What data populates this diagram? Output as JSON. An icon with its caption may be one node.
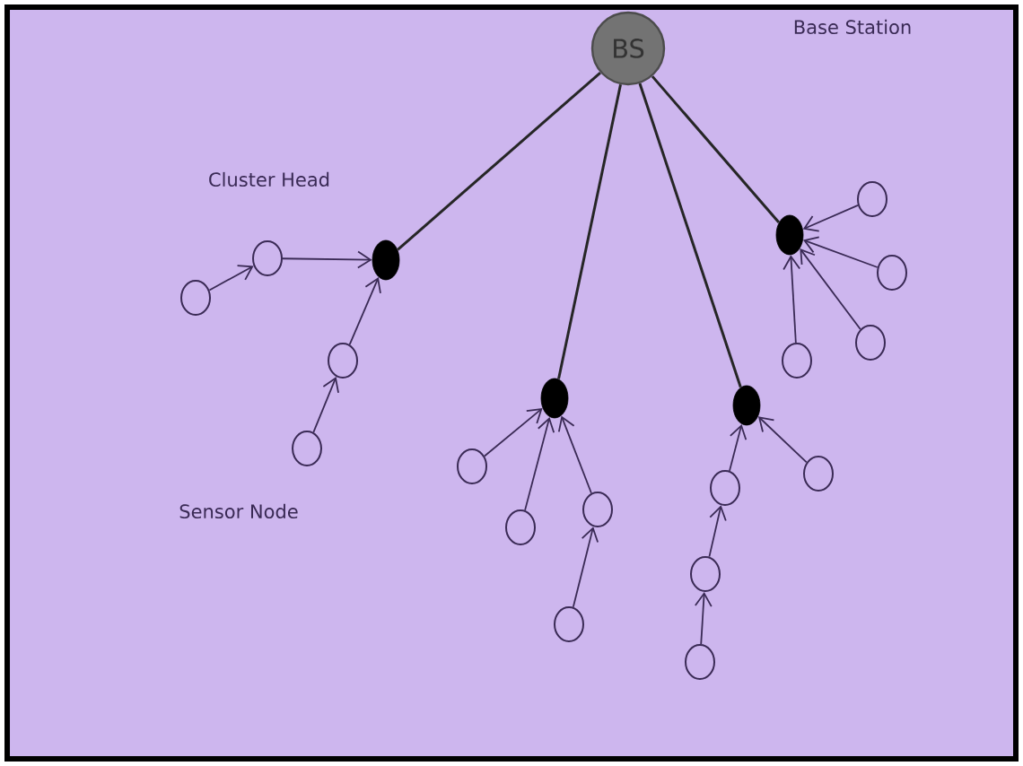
{
  "diagram": {
    "nodes": [
      {
        "text": [
          "BS"
        ]
      },
      {
        "text": [],
        "shape": "dot"
      },
      {
        "text": [],
        "shape": "dot"
      },
      {
        "text": [],
        "shape": "dot"
      },
      {
        "text": [],
        "shape": "dot"
      },
      {
        "text": [],
        "shape": "circle"
      },
      {
        "text": [],
        "shape": "circle"
      },
      {
        "text": [],
        "shape": "circle"
      },
      {
        "text": [],
        "shape": "circle"
      },
      {
        "text": [],
        "shape": "circle"
      },
      {
        "text": [],
        "shape": "circle"
      },
      {
        "text": [],
        "shape": "circle"
      },
      {
        "text": [],
        "shape": "circle"
      },
      {
        "text": [],
        "shape": "circle"
      },
      {
        "text": [],
        "shape": "circle"
      },
      {
        "text": [],
        "shape": "circle"
      },
      {
        "text": [],
        "shape": "circle"
      },
      {
        "text": [],
        "shape": "circle"
      },
      {
        "text": [],
        "shape": "circle"
      },
      {
        "text": [],
        "shape": "circle"
      },
      {
        "text": [],
        "shape": "circle"
      }
    ],
    "edges": [
      {
        "from": 0,
        "to": 1,
        "arrow": "none"
      },
      {
        "from": 0,
        "to": 2,
        "arrow": "none"
      },
      {
        "from": 0,
        "to": 3,
        "arrow": "none"
      },
      {
        "from": 0,
        "to": 4,
        "arrow": "none"
      },
      {
        "from": 5,
        "to": 1,
        "arrow": "to"
      },
      {
        "from": 6,
        "to": 5,
        "arrow": "to"
      },
      {
        "from": 7,
        "to": 1,
        "arrow": "to"
      },
      {
        "from": 8,
        "to": 7,
        "arrow": "to"
      },
      {
        "from": 9,
        "to": 2,
        "arrow": "to"
      },
      {
        "from": 10,
        "to": 2,
        "arrow": "to"
      },
      {
        "from": 11,
        "to": 2,
        "arrow": "to"
      },
      {
        "from": 12,
        "to": 11,
        "arrow": "to"
      },
      {
        "from": 13,
        "to": 3,
        "arrow": "to"
      },
      {
        "from": 14,
        "to": 3,
        "arrow": "to"
      },
      {
        "from": 15,
        "to": 13,
        "arrow": "to"
      },
      {
        "from": 16,
        "to": 15,
        "arrow": "to"
      },
      {
        "from": 17,
        "to": 4,
        "arrow": "to"
      },
      {
        "from": 18,
        "to": 4,
        "arrow": "to"
      },
      {
        "from": 19,
        "to": 4,
        "arrow": "to"
      },
      {
        "from": 20,
        "to": 4,
        "arrow": "to"
      }
    ],
    "labels": [
      "Base Station",
      "Cluster Head",
      "Sensor Node"
    ]
  }
}
